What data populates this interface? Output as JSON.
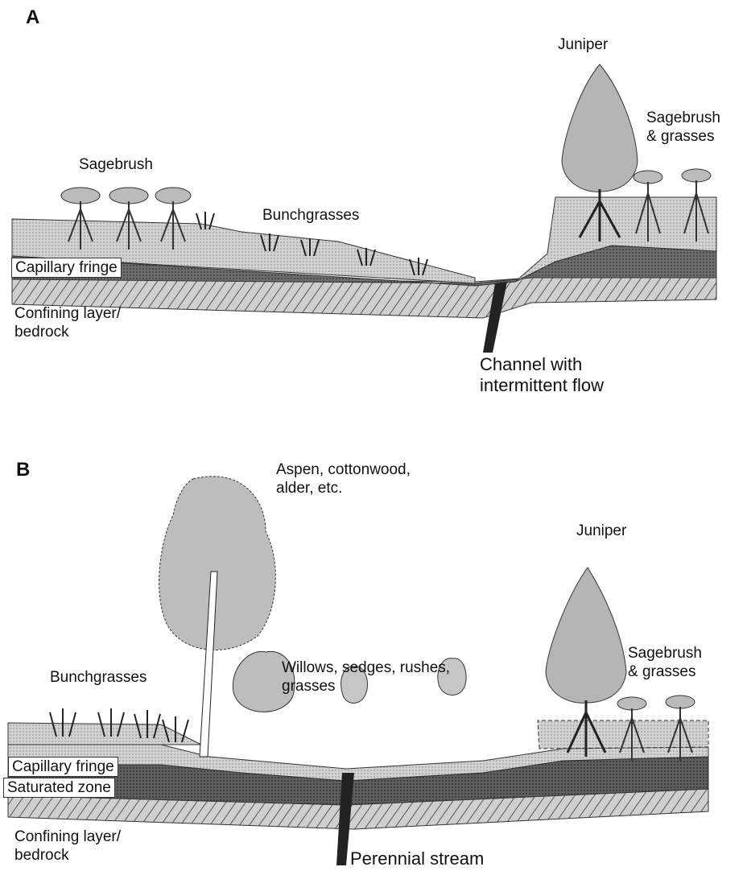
{
  "panel_a": {
    "letter": "A",
    "labels": {
      "sagebrush": "Sagebrush",
      "bunchgrasses": "Bunchgrasses",
      "juniper": "Juniper",
      "sagebrush_grasses": "Sagebrush\n& grasses",
      "capillary_fringe": "Capillary fringe",
      "confining_layer": "Confining layer/\nbedrock",
      "channel": "Channel with\nintermittent flow"
    }
  },
  "panel_b": {
    "letter": "B",
    "labels": {
      "aspen": "Aspen, cottonwood,\nalder, etc.",
      "juniper": "Juniper",
      "sagebrush_grasses": "Sagebrush\n& grasses",
      "bunchgrasses": "Bunchgrasses",
      "willows": "Willows, sedges, rushes,\ngrasses",
      "capillary_fringe": "Capillary fringe",
      "saturated_zone": "Saturated zone",
      "confining_layer": "Confining layer/\nbedrock",
      "stream": "Perennial stream"
    }
  }
}
